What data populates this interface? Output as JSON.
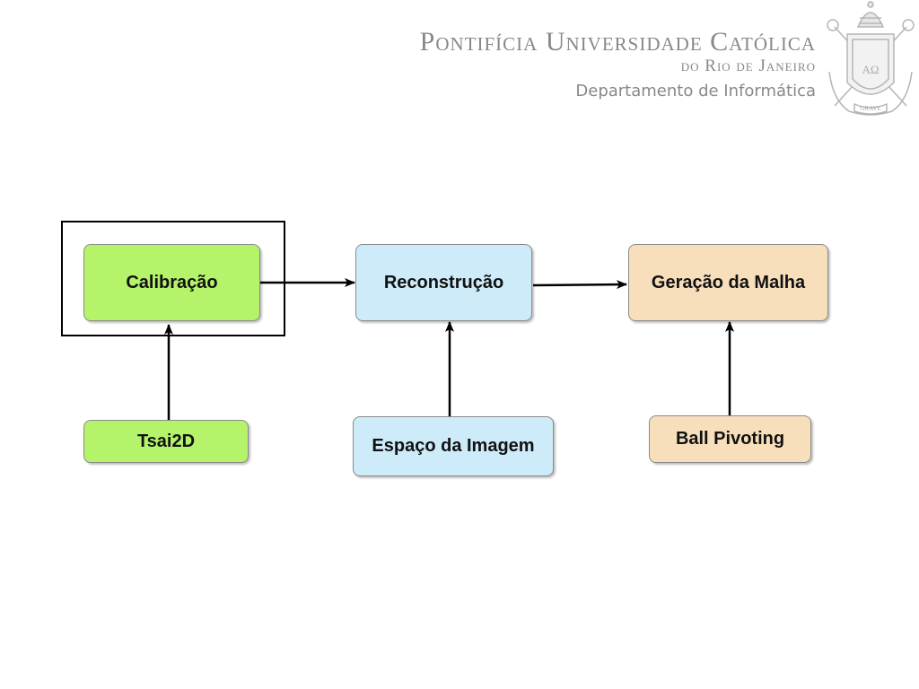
{
  "header": {
    "university_line1": "Pontifícia Universidade Católica",
    "university_line2": "do Rio de Janeiro",
    "department": "Departamento de Informática",
    "crest_text": "GRAVE",
    "crest_letters": "ΑΩ"
  },
  "diagram": {
    "nodes": {
      "calibracao": "Calibração",
      "reconstrucao": "Reconstrução",
      "geracao": "Geração da Malha",
      "tsai": "Tsai2D",
      "espaco": "Espaço da Imagem",
      "ball": "Ball Pivoting"
    },
    "highlighted_node": "calibracao",
    "colors": {
      "green": "#b5f46a",
      "blue": "#cdebf9",
      "tan": "#f8dfbc"
    }
  }
}
